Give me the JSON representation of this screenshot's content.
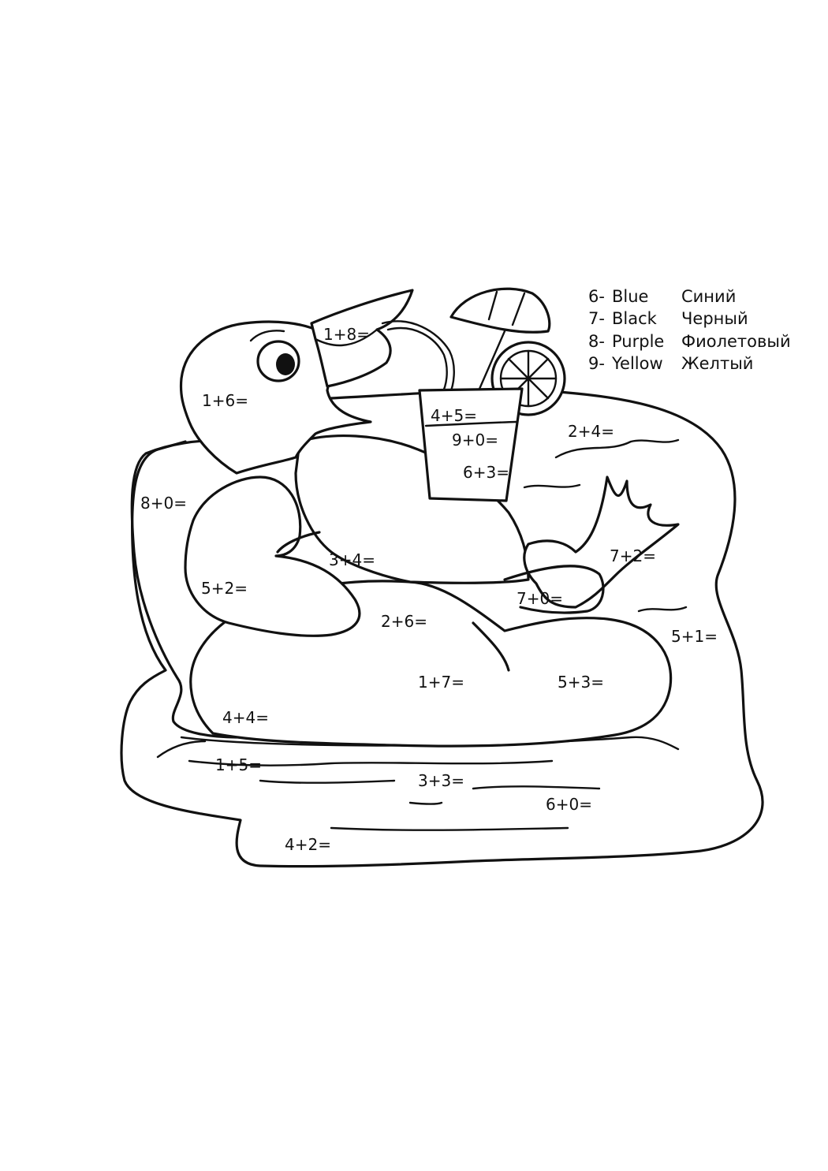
{
  "legend": [
    {
      "number": "6-",
      "english": "Blue",
      "russian": "Синий"
    },
    {
      "number": "7-",
      "english": "Black",
      "russian": "Черный"
    },
    {
      "number": "8-",
      "english": "Purple",
      "russian": "Фиолетовый"
    },
    {
      "number": "9-",
      "english": "Yellow",
      "russian": "Желтый"
    }
  ],
  "equations": {
    "beak": "1+8=",
    "head": "1+6=",
    "glass_top": "4+5=",
    "glass_mid": "9+0=",
    "glass_bottom": "6+3=",
    "bg_right_top": "2+4=",
    "armchair_left": "8+0=",
    "foot": "7+2=",
    "chest": "3+4=",
    "wing": "5+2=",
    "belly": "7+0=",
    "bg_right": "5+1=",
    "ring_top": "2+6=",
    "ring_mid": "1+7=",
    "ring_right": "5+3=",
    "ring_left": "4+4=",
    "water_left": "1+5=",
    "water_mid": "3+3=",
    "water_right": "6+0=",
    "water_bottom": "4+2="
  }
}
